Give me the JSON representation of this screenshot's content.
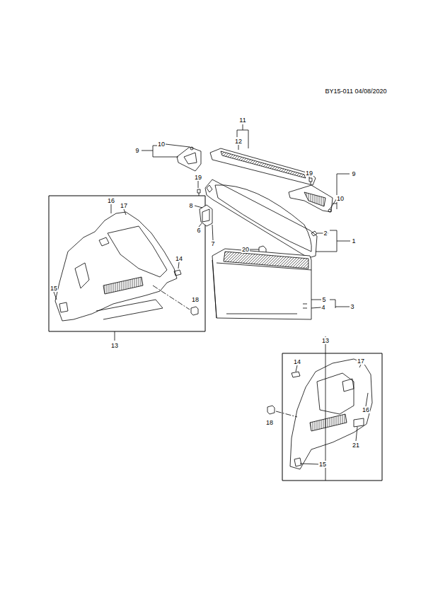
{
  "diagram": {
    "labels": [
      "BY15-011 04/08/2020",
      "11",
      "12",
      "9",
      "10",
      "19",
      "19",
      "9",
      "10",
      "16",
      "17",
      "8",
      "2",
      "6",
      "1",
      "7",
      "20",
      "14",
      "5",
      "15",
      "4",
      "3",
      "18",
      "13",
      "13",
      "14",
      "17",
      "18",
      "16",
      "21",
      "15"
    ]
  }
}
